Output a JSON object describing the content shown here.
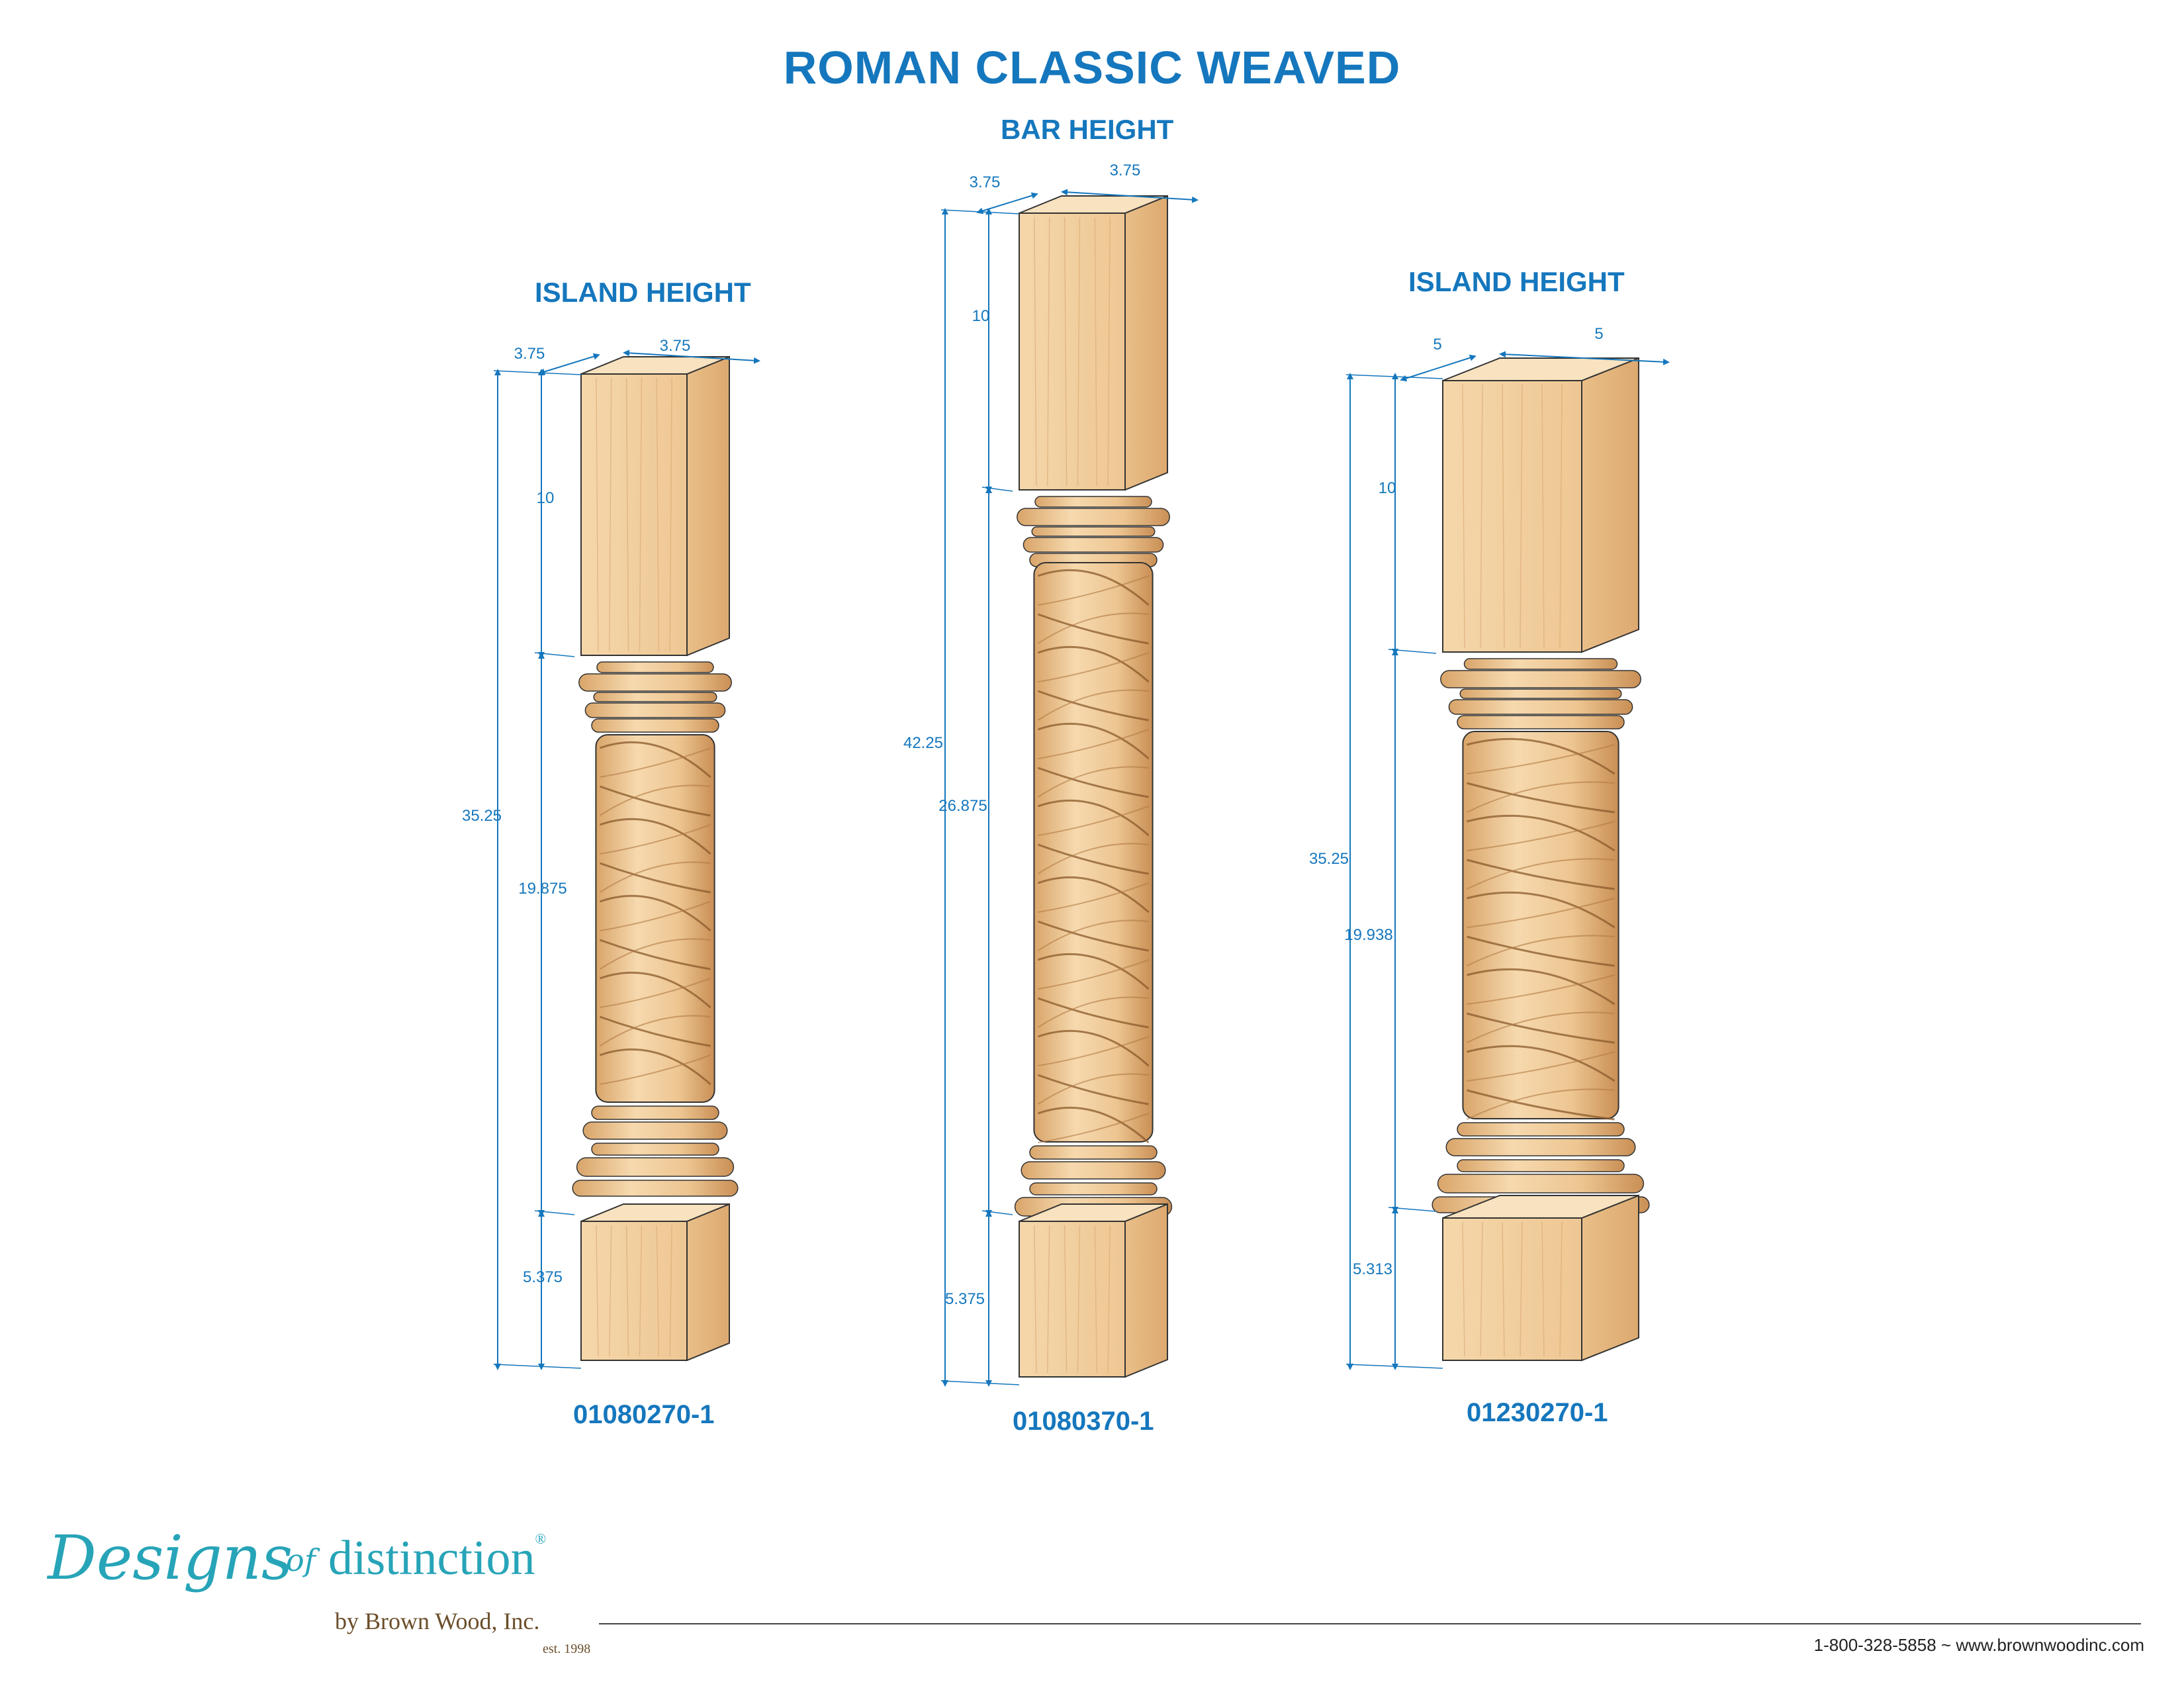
{
  "title": "ROMAN CLASSIC WEAVED",
  "posts": [
    {
      "heading": "ISLAND HEIGHT",
      "part_number": "01080270-1",
      "width_left": "3.75",
      "width_right": "3.75",
      "overall_height": "35.25",
      "top_block": "10",
      "turned_section": "19.875",
      "bottom_block": "5.375"
    },
    {
      "heading": "BAR HEIGHT",
      "part_number": "01080370-1",
      "width_left": "3.75",
      "width_right": "3.75",
      "overall_height": "42.25",
      "top_block": "10",
      "turned_section": "26.875",
      "bottom_block": "5.375"
    },
    {
      "heading": "ISLAND HEIGHT",
      "part_number": "01230270-1",
      "width_left": "5",
      "width_right": "5",
      "overall_height": "35.25",
      "top_block": "10",
      "turned_section": "19.938",
      "bottom_block": "5.313"
    }
  ],
  "footer": {
    "brand_script": "Designs",
    "brand_of": "of",
    "brand_word": "distinction",
    "brand_reg": "®",
    "brand_by": "by Brown Wood, Inc.",
    "brand_est": "est. 1998",
    "contact": "1-800-328-5858 ~ www.brownwoodinc.com"
  },
  "colors": {
    "accent": "#1577bd",
    "wood": "#f1cf9e",
    "brand": "#27a4b8"
  }
}
